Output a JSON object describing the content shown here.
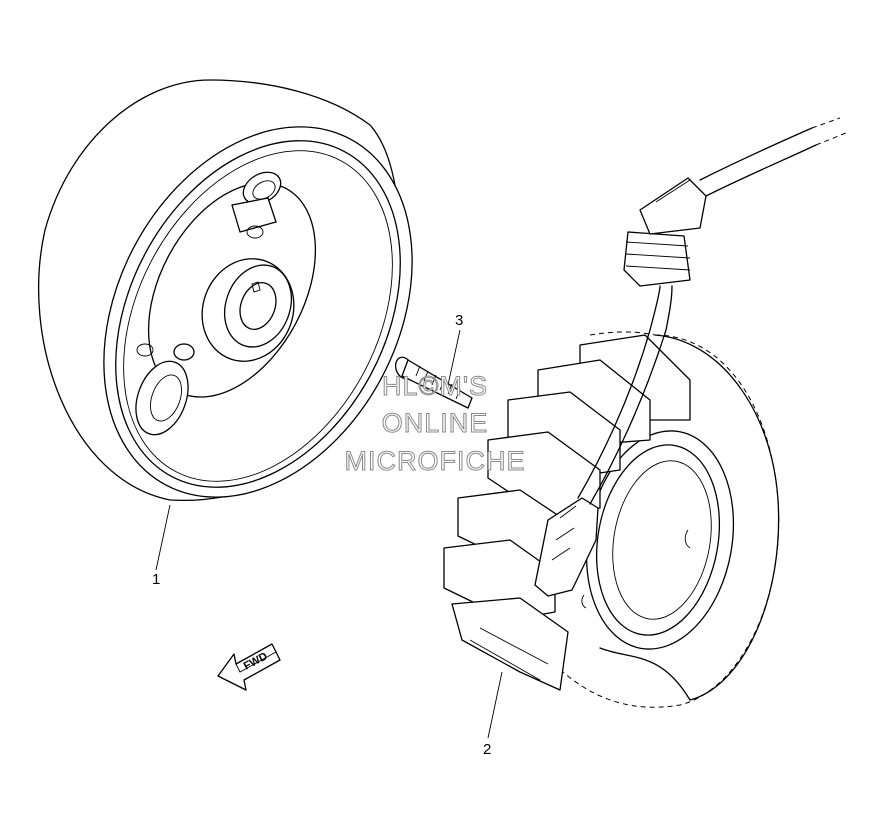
{
  "callouts": {
    "part1": "1",
    "part2": "2",
    "part3": "3"
  },
  "watermark": {
    "line1": "HL©M'S",
    "line2": "ONLINE",
    "line3": "MICROFICHE"
  },
  "direction_arrow": {
    "label": "FWD"
  },
  "colors": {
    "line": "#000000",
    "background": "#ffffff",
    "watermark_outline": "#8a8a8a"
  }
}
